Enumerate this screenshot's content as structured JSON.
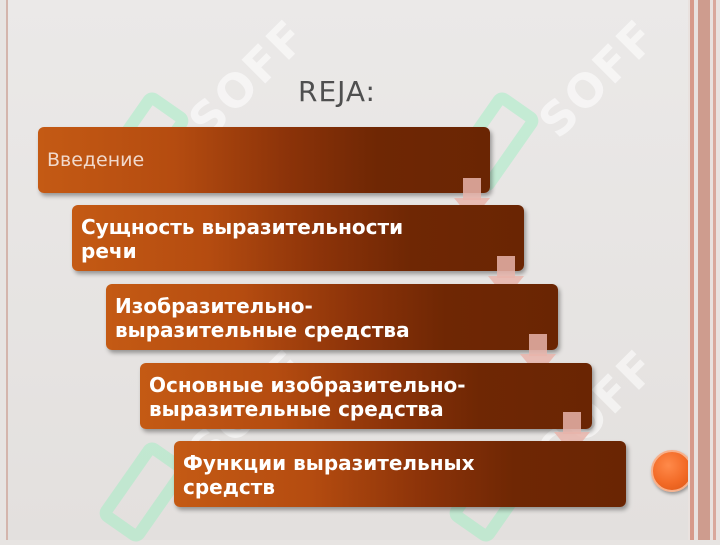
{
  "slide": {
    "title": "REJA:",
    "items": [
      {
        "label": "Введение"
      },
      {
        "label": "Сущность выразительности речи"
      },
      {
        "label": "Изобразительно-выразительные средства"
      },
      {
        "label": "Основные изобразительно-выразительные средства"
      },
      {
        "label": "Функции выразительных средств"
      }
    ]
  },
  "watermark": {
    "text": "SOFF"
  },
  "colors": {
    "box_start": "#c45a14",
    "box_end": "#6a2503",
    "arrow": "#e8b4aa",
    "accent_circle": "#f26a26"
  }
}
